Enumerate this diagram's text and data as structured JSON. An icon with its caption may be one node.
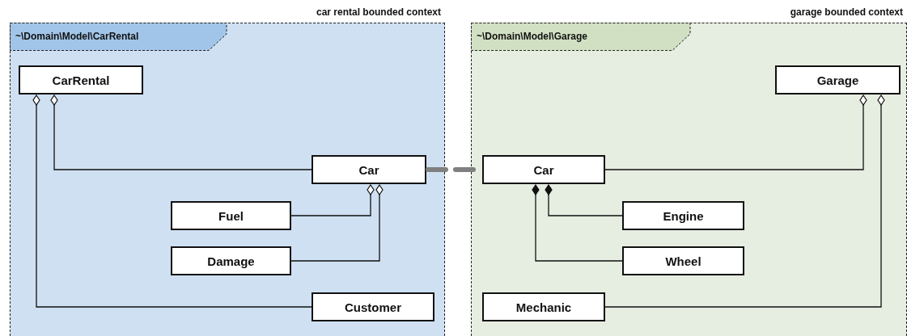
{
  "diagram": {
    "nodes": [
      {
        "text": [
          "car rental bounded context",
          "~\\Domain\\Model\\CarRental"
        ]
      },
      {
        "text": [
          "CarRental"
        ],
        "in": 0
      },
      {
        "text": [
          "Car"
        ],
        "in": 0
      },
      {
        "text": [
          "Fuel"
        ],
        "in": 0
      },
      {
        "text": [
          "Damage"
        ],
        "in": 0
      },
      {
        "text": [
          "Customer"
        ],
        "in": 0
      },
      {
        "text": [
          "garage bounded context",
          "~\\Domain\\Model\\Garage"
        ]
      },
      {
        "text": [
          "Car"
        ],
        "in": 6
      },
      {
        "text": [
          "Garage"
        ],
        "in": 6
      },
      {
        "text": [
          "Engine"
        ],
        "in": 6
      },
      {
        "text": [
          "Wheel"
        ],
        "in": 6
      },
      {
        "text": [
          "Mechanic"
        ],
        "in": 6
      }
    ],
    "edges": [
      {
        "from": 1,
        "to": 2,
        "arrow": "other"
      },
      {
        "from": 1,
        "to": 5,
        "arrow": "other"
      },
      {
        "from": 2,
        "to": 3,
        "arrow": "other"
      },
      {
        "from": 2,
        "to": 4,
        "arrow": "other"
      },
      {
        "from": 2,
        "to": 7,
        "arrow": "none",
        "style": "dashed",
        "color": "#808080"
      },
      {
        "from": 8,
        "to": 7,
        "arrow": "other"
      },
      {
        "from": 8,
        "to": 11,
        "arrow": "other"
      },
      {
        "from": 7,
        "to": 9,
        "arrow": "other"
      },
      {
        "from": 7,
        "to": 10,
        "arrow": "other"
      }
    ]
  }
}
